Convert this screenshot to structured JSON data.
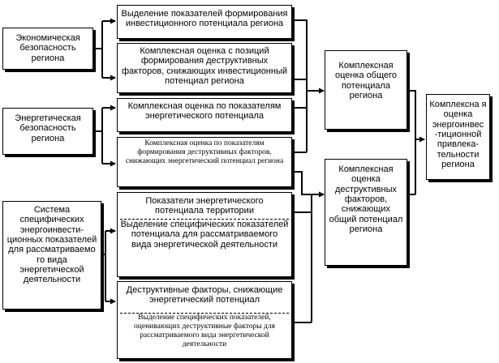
{
  "left": {
    "economic": "Экономическая безопасность региона",
    "energy": "Энергетическая безопасность региона",
    "system": "Система специфических энергоинвести-ционных показателей для рассматриваемо го вида энергетической деятельности"
  },
  "middle": {
    "b1": "Выделение показателей формирования инвестиционного потенциала региона",
    "b2": "Комплексная оценка с позиций формирования деструктивных факторов, снижающих инвестиционный потенциал региона",
    "b3": "Комплексная оценка по показателям энергетического потенциала",
    "b4": "Комплексная оценка по показателям формирования деструктивных факторов, снижающих энергетический потенциал региона",
    "b5_top": "Показатели энергетического потенциала территории",
    "b5_bottom": "Выделение специфических показателей потенциала для рассматриваемого вида энергетической деятельности",
    "b6_top": "Деструктивные факторы, снижающие энергетический потенциал",
    "b6_bottom": "Выделение специфических показателей, оценивающих деструктивные факторы для рассматриваемого вида энергетической деятельности"
  },
  "right": {
    "total": "Комплексная оценка общего потенциала региона",
    "destructive": "Комплексная оценка деструктивных факторов, снижающих общий потенциал региона"
  },
  "final": {
    "result": "Комплексна я оценка энергоинвес -тиционной привлека- тельности региона"
  }
}
